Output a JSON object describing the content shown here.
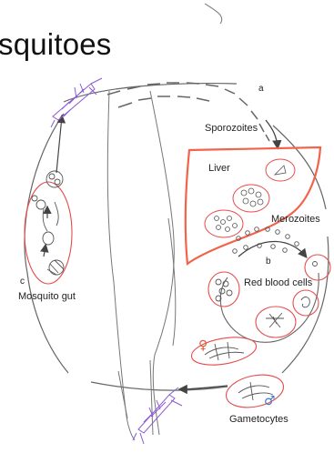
{
  "title": "squitoes",
  "labels": {
    "a": "a",
    "b": "b",
    "c": "c",
    "sporozoites": "Sporozoites",
    "liver": "Liver",
    "merozoites": "Merozoites",
    "red_blood_cells": "Red blood cells",
    "mosquito_gut": "Mosquito gut",
    "gametocytes": "Gametocytes"
  },
  "icons": {
    "female_symbol": "♀",
    "male_symbol": "♂"
  },
  "colors": {
    "liver_outline": "#f2634a",
    "cell_outline": "#e64b4b",
    "mosquito": "#8c5ad2",
    "male_symbol": "#3a7bd5",
    "female_symbol": "#e05a3c",
    "line": "#555555"
  }
}
